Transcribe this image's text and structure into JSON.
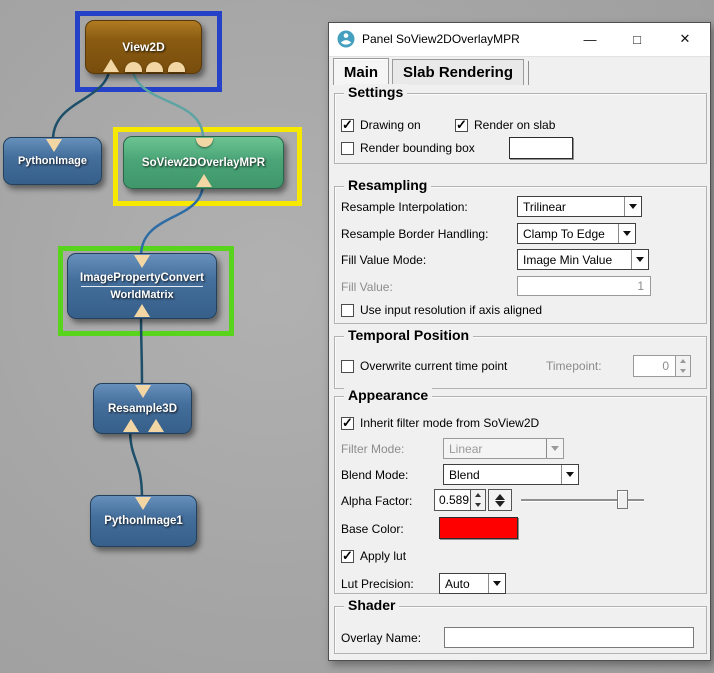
{
  "window": {
    "title": "Panel SoView2DOverlayMPR",
    "controls": {
      "minimize": "—",
      "maximize": "□",
      "close": "✕"
    }
  },
  "tabs": [
    {
      "label": "Main"
    },
    {
      "label": "Slab Rendering"
    }
  ],
  "settings": {
    "title": "Settings",
    "drawing_on": "Drawing on",
    "render_on_slab": "Render on slab",
    "render_bounding_box": "Render bounding box"
  },
  "resampling": {
    "title": "Resampling",
    "interp_label": "Resample Interpolation:",
    "interp_value": "Trilinear",
    "border_label": "Resample Border Handling:",
    "border_value": "Clamp To Edge",
    "fill_mode_label": "Fill Value Mode:",
    "fill_mode_value": "Image Min Value",
    "fill_value_label": "Fill Value:",
    "fill_value": "1",
    "use_input_res": "Use input resolution if axis aligned"
  },
  "temporal": {
    "title": "Temporal Position",
    "overwrite": "Overwrite current time point",
    "timepoint_label": "Timepoint:",
    "timepoint_value": "0"
  },
  "appearance": {
    "title": "Appearance",
    "inherit": "Inherit filter mode from SoView2D",
    "filter_label": "Filter Mode:",
    "filter_value": "Linear",
    "blend_label": "Blend Mode:",
    "blend_value": "Blend",
    "alpha_label": "Alpha Factor:",
    "alpha_value": "0.589",
    "base_color_label": "Base Color:",
    "base_color": "#ff0000",
    "apply_lut": "Apply lut",
    "lut_label": "Lut Precision:",
    "lut_value": "Auto"
  },
  "shader": {
    "title": "Shader",
    "overlay_label": "Overlay Name:",
    "overlay_value": ""
  },
  "graph": {
    "nodes": [
      {
        "label": "View2D"
      },
      {
        "label": "PythonImage"
      },
      {
        "label": "SoView2DOverlayMPR"
      },
      {
        "label": "ImagePropertyConvert",
        "sublabel": "WorldMatrix"
      },
      {
        "label": "Resample3D"
      },
      {
        "label": "PythonImage1"
      }
    ]
  },
  "colors": {
    "base_color_swatch": "#ff0000",
    "bounding_box_swatch": "#ffffff",
    "highlight_blue": "#2441c8",
    "highlight_yellow": "#f7e800",
    "highlight_green": "#58d41c",
    "edge_dark": "#1d4f6a",
    "edge_teal": "#5fa3a3",
    "edge_blue": "#2e6da4"
  }
}
